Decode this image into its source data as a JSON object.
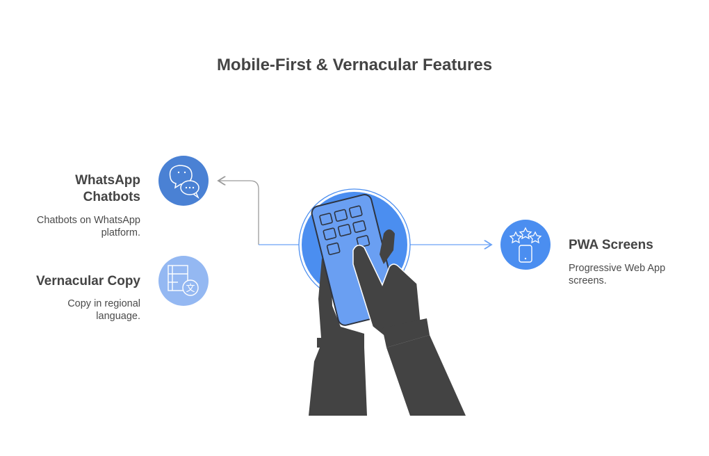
{
  "title": "Mobile-First & Vernacular Features",
  "features": {
    "whatsapp": {
      "heading_line1": "WhatsApp",
      "heading_line2": "Chatbots",
      "desc_line1": "Chatbots on WhatsApp",
      "desc_line2": "platform.",
      "icon": "chat-bubbles-icon",
      "color": "#4a81d4"
    },
    "vernacular": {
      "heading": "Vernacular Copy",
      "desc_line1": "Copy in regional",
      "desc_line2": "language.",
      "icon": "translate-icon",
      "color": "#94b8f2"
    },
    "pwa": {
      "heading": "PWA Screens",
      "desc_line1": "Progressive Web App",
      "desc_line2": "screens.",
      "icon": "phone-stars-icon",
      "color": "#4b8ef0"
    }
  },
  "colors": {
    "text": "#444444",
    "center_circle": "#4b8ef0",
    "phone": "#6a9ff2",
    "hands": "#434343",
    "connector_gray": "#9a9a9a",
    "connector_blue": "#6aa2f5"
  }
}
